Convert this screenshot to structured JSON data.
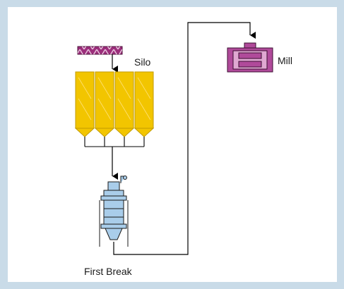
{
  "diagram": {
    "labels": {
      "silo": "Silo",
      "mill": "Mill",
      "first_break": "First Break"
    },
    "colors": {
      "frame": "#c9dbe8",
      "silo_fill": "#f2c500",
      "silo_stroke": "#b08a00",
      "conveyor": "#9c2f7c",
      "mill": "#b04a9a",
      "break_fill": "#a9cdea",
      "break_stroke": "#1a1a1a",
      "line": "#000000"
    }
  }
}
